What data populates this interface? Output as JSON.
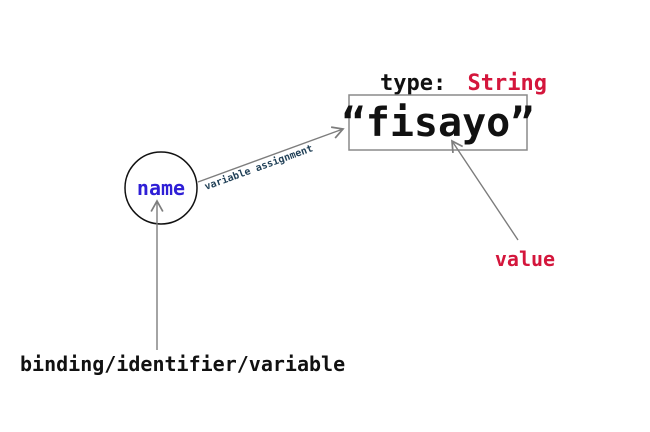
{
  "type_label": {
    "prefix": "type:",
    "type_name": "String"
  },
  "value_box": {
    "text": "“fisayo”"
  },
  "name_node": {
    "label": "name"
  },
  "edges": {
    "assignment_label": "variable assignment"
  },
  "annotations": {
    "value": "value",
    "binding": "binding/identifier/variable"
  },
  "colors": {
    "name_text": "#2f1fd6",
    "type_name": "#d4163c",
    "value_label": "#d4163c",
    "arrow": "#7d7d7d",
    "box_border": "#8a8a8a",
    "text_dark": "#111111",
    "assignment_text": "#1f3f56"
  }
}
